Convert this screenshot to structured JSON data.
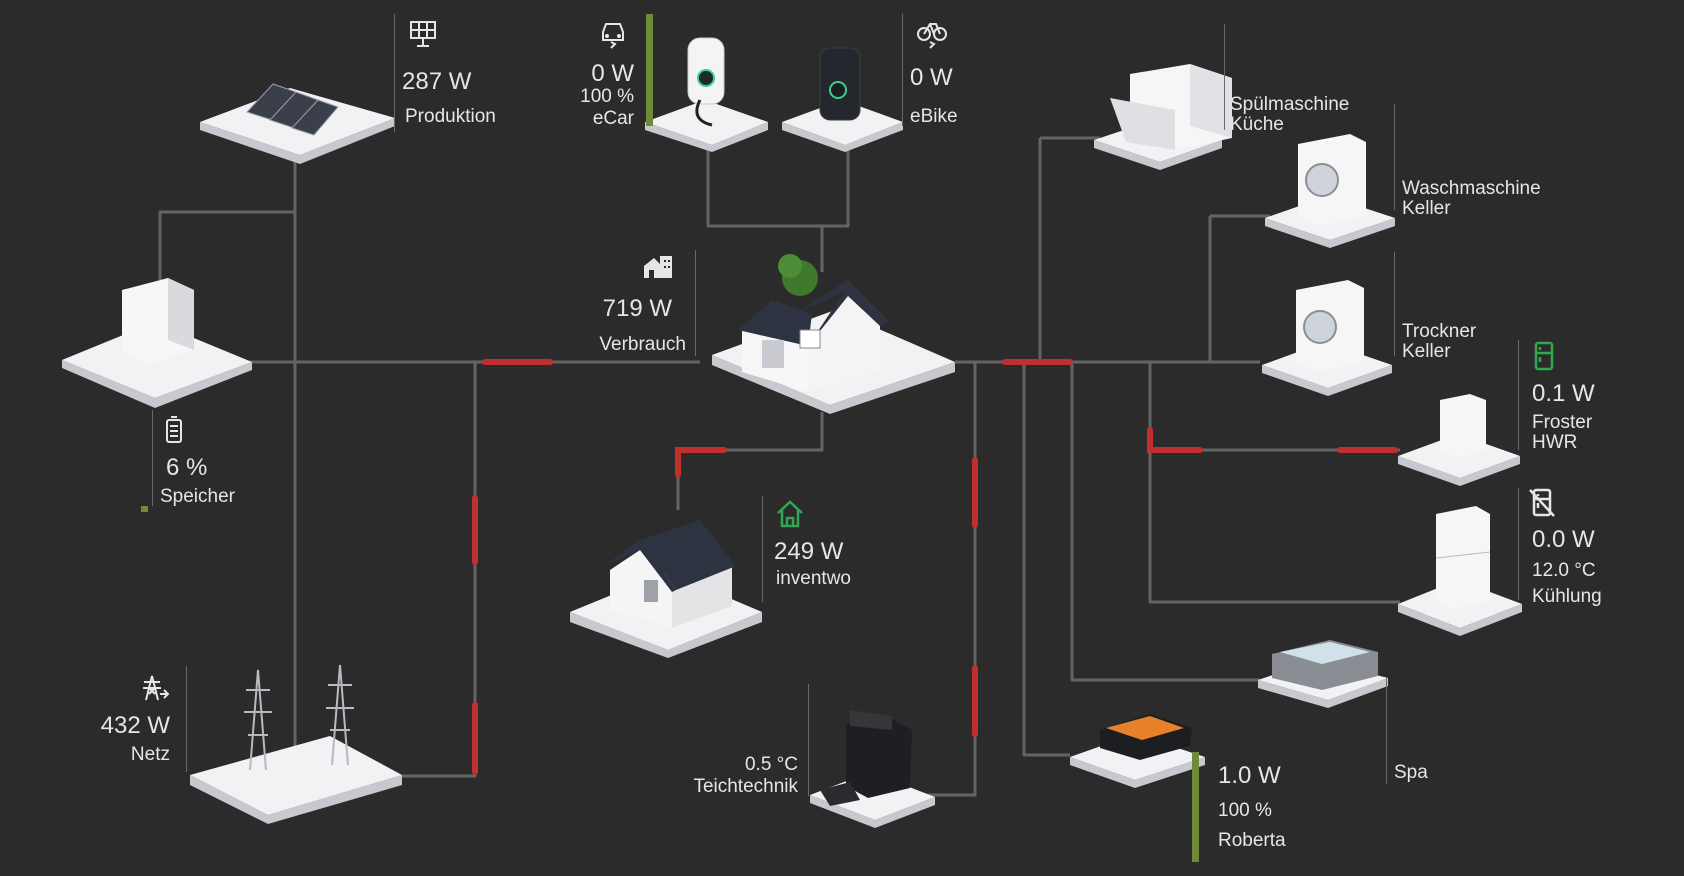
{
  "colors": {
    "background": "#2b2b2b",
    "line": "#646464",
    "active_flow": "#c0302e",
    "soc_bar": "#6e8a3a",
    "status_green": "#2fa84f"
  },
  "production": {
    "icon": "solar-panel-icon",
    "value": "287 W",
    "label": "Produktion"
  },
  "ecar": {
    "icon": "car-charging-icon",
    "value": "0 W",
    "soc": "100 %",
    "label": "eCar",
    "soc_level": 1.0
  },
  "ebike": {
    "icon": "bike-charging-icon",
    "value": "0 W",
    "label": "eBike"
  },
  "consumption": {
    "icon": "house-building-icon",
    "value": "719 W",
    "label": "Verbrauch"
  },
  "storage": {
    "icon": "battery-icon",
    "value": "6 %",
    "label": "Speicher",
    "soc_level": 0.06
  },
  "inventwo": {
    "icon": "home-outline-icon",
    "value": "249 W",
    "label": "inventwo"
  },
  "grid": {
    "icon": "power-tower-icon",
    "value": "432 W",
    "label": "Netz"
  },
  "pond": {
    "temperature": "0.5 °C",
    "label": "Teichtechnik"
  },
  "dishwasher": {
    "line1": "Spülmaschine",
    "line2": "Küche"
  },
  "washer": {
    "line1": "Waschmaschine",
    "line2": "Keller"
  },
  "dryer": {
    "line1": "Trockner",
    "line2": "Keller"
  },
  "freezer": {
    "icon": "fridge-icon",
    "value": "0.1 W",
    "line1": "Froster",
    "line2": "HWR"
  },
  "fridge": {
    "icon": "fridge-off-icon",
    "value": "0.0 W",
    "temperature": "12.0 °C",
    "label": "Kühlung"
  },
  "spa": {
    "label": "Spa"
  },
  "mower": {
    "value": "1.0 W",
    "battery": "100 %",
    "label": "Roberta",
    "soc_level": 1.0
  }
}
